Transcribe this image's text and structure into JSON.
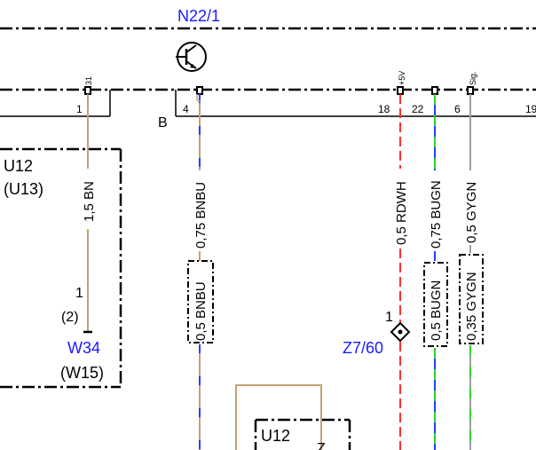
{
  "components": {
    "n22": "N22/1",
    "b_label": "B",
    "u12_left": "U12",
    "u13_left": "(U13)",
    "w34": "W34",
    "w15": "(W15)",
    "w34_pin": "1",
    "w34_pin_alt": "(2)",
    "z7": "Z7/60",
    "z7_pin": "1",
    "u12_bottom": "U12",
    "u12_bottom_partial": "Z"
  },
  "pins": {
    "p1_num": "1",
    "p1_cap": "31",
    "p4_num": "4",
    "p18_num": "18",
    "p18_cap": "+5V",
    "p22_num": "22",
    "p6_num": "6",
    "p6_cap": "Sig.",
    "p19_num": "19"
  },
  "wires": {
    "w1": "1,5 BN",
    "w2_top": "0,75 BNBU",
    "w2_bot": "0,5 BNBU",
    "w3": "0,5 RDWH",
    "w4_top": "0,75 BUGN",
    "w4_bot": "0,5 BUGN",
    "w5_top": "0,5 GYGN",
    "w5_bot": "0,35 GYGN"
  },
  "colors": {
    "brown": "#c8a070",
    "blue": "#2040ff",
    "red": "#ff3030",
    "green": "#30d030",
    "gray": "#a0a0a0",
    "label_blue": "#1a1aff"
  }
}
